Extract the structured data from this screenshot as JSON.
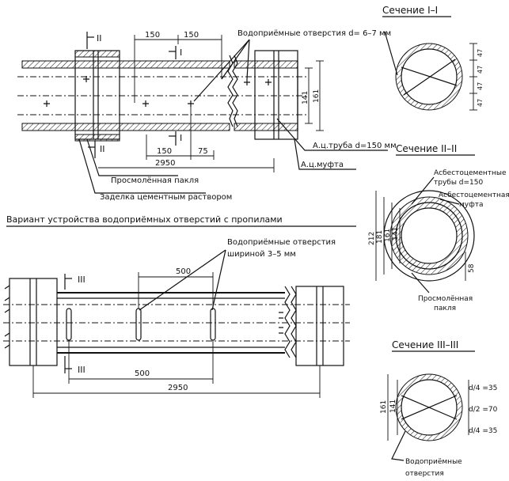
{
  "sections": {
    "s1": "Сечение I–I",
    "s2": "Сечение II–II",
    "s3": "Сечение III–III"
  },
  "top": {
    "holes_label": "Водоприёмные отверстия d= 6–7 мм",
    "pipe_label": "А.ц.труба d=150 мм",
    "coupling_label": "А.ц.муфта",
    "tow_label": "Просмолённая пакля",
    "seal_label": "Заделка цементным раствором",
    "marks": {
      "II": "II",
      "I": "I"
    },
    "dims": {
      "d150a": "150",
      "d150b": "150",
      "d150c": "150",
      "d75": "75",
      "d2950": "2950",
      "d161": "161",
      "d141": "141"
    }
  },
  "variant_title": "Вариант устройства водоприёмных отверстий с пропилами",
  "bottom": {
    "slots_label_1": "Водоприёмные отверстия",
    "slots_label_2": "шириной 3–5 мм",
    "mark": "III",
    "dims": {
      "d500a": "500",
      "d500b": "500",
      "d2950": "2950"
    }
  },
  "sec1": {
    "d1": "47",
    "d2": "47",
    "d3": "47",
    "d4": "47"
  },
  "sec2": {
    "label_pipes_1": "Асбестоцементные",
    "label_pipes_2": "трубы d=150",
    "label_coupling_1": "Асбестоцементная",
    "label_coupling_2": "муфта",
    "label_tow_1": "Просмолённая",
    "label_tow_2": "пакля",
    "dims": {
      "d212": "212",
      "d181": "181",
      "d161": "161",
      "d141": "141",
      "d58": "58"
    }
  },
  "sec3": {
    "dims": {
      "d161": "161",
      "d141": "141",
      "r1": "d/4 =35",
      "r2": "d/2 =70",
      "r3": "d/4 =35"
    },
    "label_holes_1": "Водоприёмные",
    "label_holes_2": "отверстия"
  }
}
